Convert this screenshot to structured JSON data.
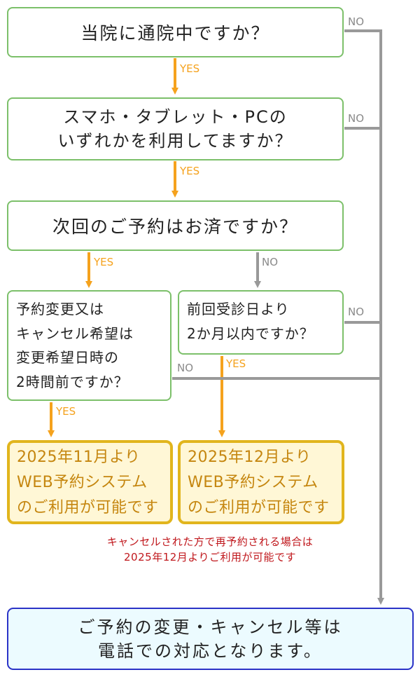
{
  "questions": {
    "q1": "当院に通院中ですか？",
    "q2": [
      "スマホ・タブレット・PCの",
      "いずれかを利用してますか？"
    ],
    "q3": "次回のご予約はお済ですか？",
    "q4": [
      "予約変更又は",
      "キャンセル希望は",
      "変更希望日時の",
      "2時間前ですか？"
    ],
    "q5": [
      "前回受診日より",
      "2か月以内ですか？"
    ]
  },
  "results": {
    "nov": [
      "2025年11月より",
      "WEB予約システム",
      "のご利用が可能です"
    ],
    "dec": [
      "2025年12月より",
      "WEB予約システム",
      "のご利用が可能です"
    ]
  },
  "note": [
    "キャンセルされた方で再予約される場合は",
    "2025年12月よりご利用が可能です"
  ],
  "final": [
    "ご予約の変更・キャンセル等は",
    "電話での対応となります。"
  ],
  "labels": {
    "yes": "YES",
    "no": "NO"
  },
  "colors": {
    "box_border": "#7cc06a",
    "yes_arrow": "#f5a21d",
    "no_line": "#999999",
    "result_border": "#e1b51d",
    "result_fill": "#fff7d6",
    "result_text": "#c5860f",
    "final_border": "#2b33c7",
    "final_fill": "#ecfbff",
    "note_text": "#c0171c"
  }
}
